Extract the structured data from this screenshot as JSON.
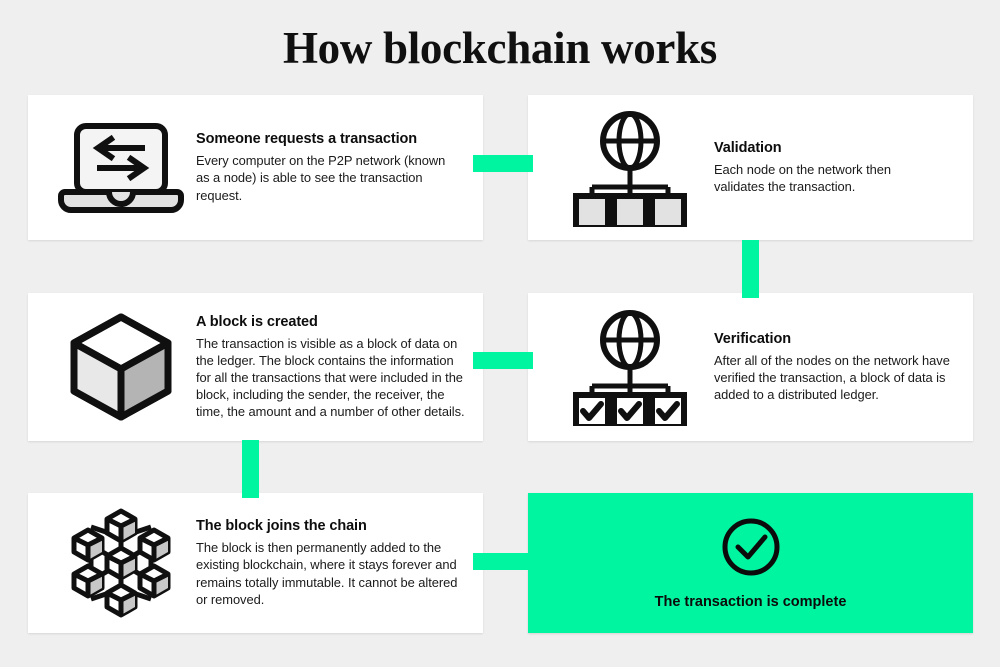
{
  "header": {
    "title": "How blockchain works"
  },
  "colors": {
    "background": "#efefef",
    "card": "#ffffff",
    "accent_green": "#00f5a0",
    "ink": "#101010",
    "icon_fill_gray": "#e2e2e2",
    "icon_fill_midgray": "#b4b4b4"
  },
  "steps": [
    {
      "id": "step-1",
      "icon": "laptop-exchange-icon",
      "title": "Someone requests a transaction",
      "body": "Every computer on the P2P network (known as a node) is able to see the transaction request."
    },
    {
      "id": "step-2",
      "icon": "globe-network-icon",
      "title": "Validation",
      "body": "Each node on the network then validates the transaction."
    },
    {
      "id": "step-3",
      "icon": "cube-block-icon",
      "title": "A block is created",
      "body": "The transaction is visible as a block of data on the ledger. The block contains the information for all the transactions that were included in the block, including the sender, the receiver, the time, the amount and a number of other details."
    },
    {
      "id": "step-4",
      "icon": "globe-network-verified-icon",
      "title": "Verification",
      "body": "After all of the nodes on the network have verified the transaction, a block of data is added to a distributed ledger."
    },
    {
      "id": "step-5",
      "icon": "cube-chain-network-icon",
      "title": "The block joins the chain",
      "body": "The block is then permanently added to the existing blockchain, where it stays forever and remains totally immutable. It cannot be altered or removed."
    }
  ],
  "final": {
    "id": "step-6",
    "icon": "check-circle-icon",
    "label": "The transaction is complete"
  },
  "connectors": [
    {
      "name": "connector-step1-to-step2",
      "orientation": "horizontal"
    },
    {
      "name": "connector-step2-to-step4",
      "orientation": "vertical"
    },
    {
      "name": "connector-step4-to-step3",
      "orientation": "horizontal"
    },
    {
      "name": "connector-step3-to-step5",
      "orientation": "vertical"
    },
    {
      "name": "connector-step5-to-final",
      "orientation": "horizontal"
    }
  ]
}
